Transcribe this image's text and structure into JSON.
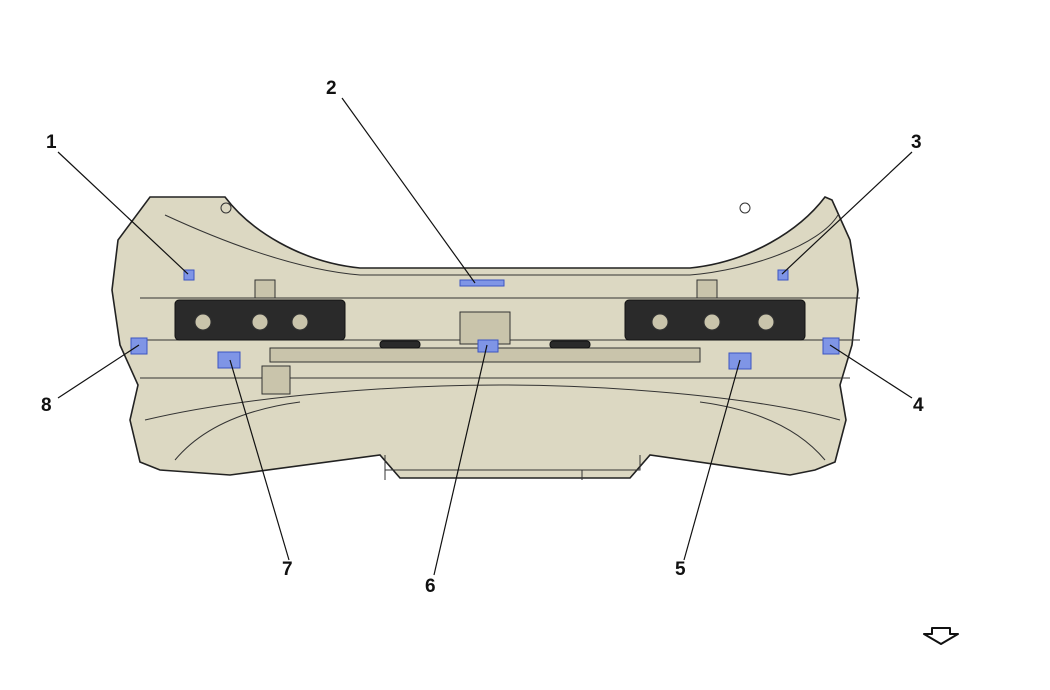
{
  "callouts": [
    {
      "id": "1",
      "label": "1"
    },
    {
      "id": "2",
      "label": "2"
    },
    {
      "id": "3",
      "label": "3"
    },
    {
      "id": "4",
      "label": "4"
    },
    {
      "id": "5",
      "label": "5"
    },
    {
      "id": "6",
      "label": "6"
    },
    {
      "id": "7",
      "label": "7"
    },
    {
      "id": "8",
      "label": "8"
    }
  ],
  "colors": {
    "highlight": "#7f95e6",
    "body": "#dcd8c2",
    "outline": "#222222"
  },
  "icons": {
    "direction": "forward-direction-arrow-icon"
  }
}
